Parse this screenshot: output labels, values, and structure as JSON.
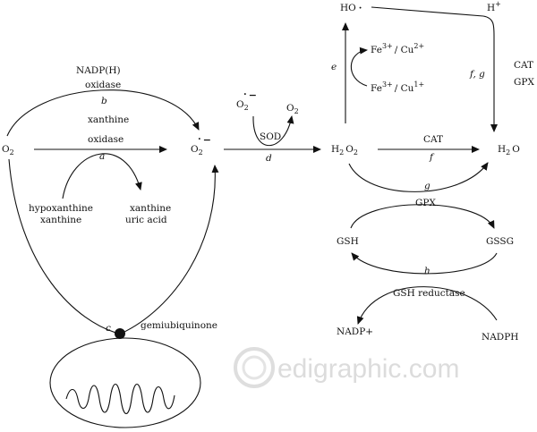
{
  "species": {
    "o2_left": "O",
    "o2_sub": "2",
    "superoxide": "O",
    "superoxide_sub": "2",
    "superoxide_charge": "−",
    "sod_o2_minus": "O",
    "sod_o2_minus_sub": "2",
    "sod_o2_minus_charge": "−",
    "sod_o2": "O",
    "sod_o2_sub": "2",
    "h2o2_H": "H",
    "h2o2_2a": "2",
    "h2o2_O": "O",
    "h2o2_2b": "2",
    "h2o_H": "H",
    "h2o_2": "2",
    "h2o_O": "O",
    "hydroxyl": "HO",
    "hydroxyl_dot": "·",
    "proton": "H",
    "proton_plus": "+",
    "fe_cu_top": "Fe",
    "fe_cu_top_sup1": "3+",
    "fe_cu_top_mid": "/ Cu",
    "fe_cu_top_sup2": "2+",
    "fe_cu_bottom": "Fe",
    "fe_cu_bottom_sup1": "3+",
    "fe_cu_bottom_mid": "/ Cu",
    "fe_cu_bottom_sup2": "1+",
    "gsh": "GSH",
    "gssg": "GSSG",
    "nadp_plus": "NADP+",
    "nadph": "NADPH",
    "hypoxanthine": "hypoxanthine",
    "xanthine_sub": "xanthine",
    "xanthine_product": "xanthine",
    "uric_acid": "uric acid",
    "gemiubiquinone": "gemiubiquinone"
  },
  "enzymes": {
    "nadph_oxidase_1": "NADP(H)",
    "nadph_oxidase_2": "oxidase",
    "xanthine_oxidase_1": "xanthine",
    "xanthine_oxidase_2": "oxidase",
    "sod": "SOD",
    "cat_main": "CAT",
    "cat_side": "CAT",
    "gpx_side": "GPX",
    "gpx_main": "GPX",
    "gsh_reductase": "GSH reductase"
  },
  "reaction_letters": {
    "a": "a",
    "b": "b",
    "c": "c",
    "d": "d",
    "e": "e",
    "f": "f",
    "fg": "f, g",
    "g": "g",
    "h": "h"
  },
  "watermark": "edigraphic.com"
}
